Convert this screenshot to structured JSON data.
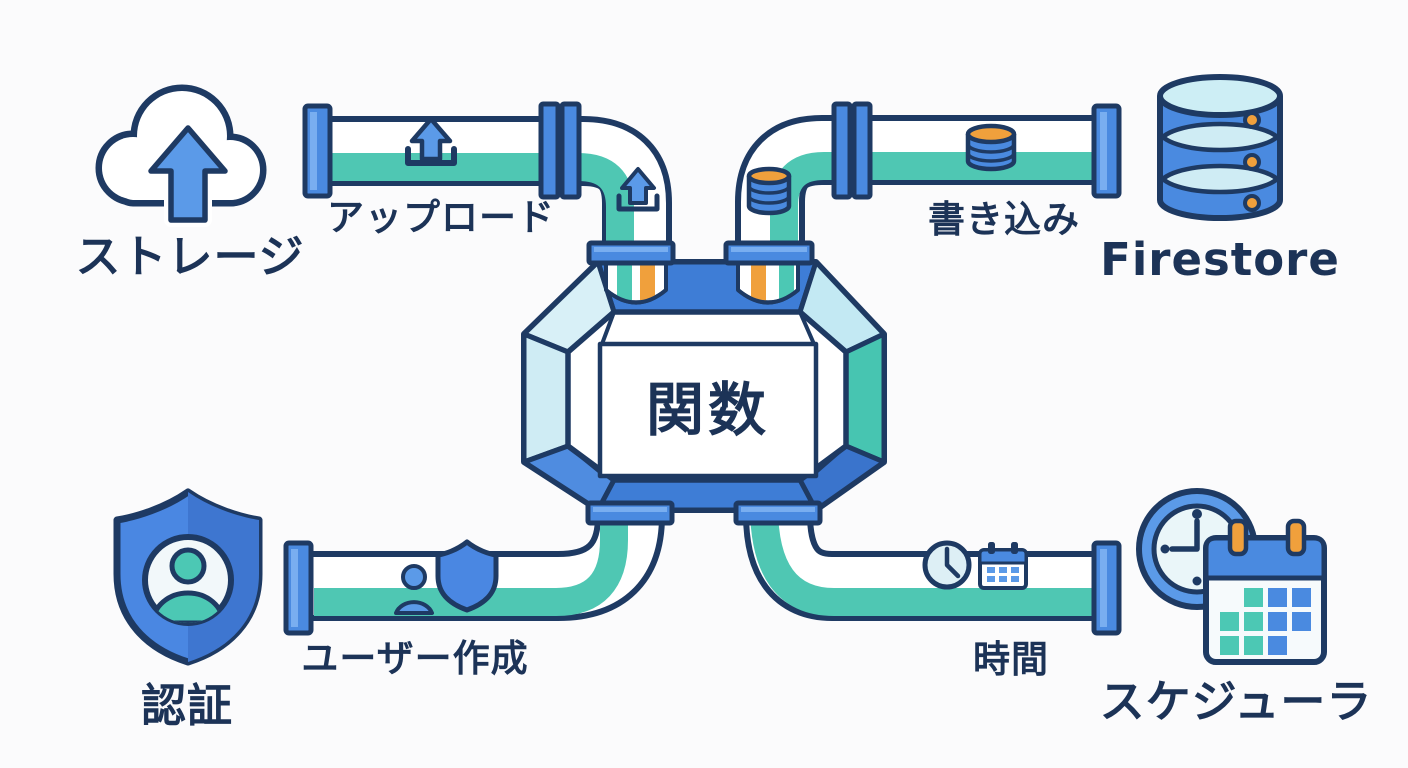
{
  "diagram": {
    "title_none": "",
    "colors": {
      "outline_navy": "#1e3a63",
      "text_navy": "#1c3357",
      "pipe_blue": "#4a8ae0",
      "pipe_blue_light": "#79aef0",
      "liquid_teal": "#4fc7b3",
      "machine_top_blue": "#3e7dd6",
      "machine_left_cyan": "#cfecf4",
      "machine_right_teal": "#47c5b1",
      "accent_orange": "#f0a03c",
      "background": "#fbfbfc"
    },
    "nodes": {
      "storage": {
        "label": "ストレージ",
        "icon": "cloud-upload-icon"
      },
      "firestore": {
        "label": "Firestore",
        "icon": "database-stack-icon"
      },
      "auth": {
        "label": "認証",
        "icon": "shield-user-icon"
      },
      "scheduler": {
        "label": "スケジューラ",
        "icon": "clock-calendar-icon"
      },
      "functions": {
        "label": "関数",
        "icon": "machine-box"
      }
    },
    "pipes": [
      {
        "id": "upload",
        "label": "アップロード",
        "from": "storage",
        "to": "functions"
      },
      {
        "id": "write",
        "label": "書き込み",
        "from": "functions",
        "to": "firestore"
      },
      {
        "id": "user-create",
        "label": "ユーザー作成",
        "from": "auth",
        "to": "functions"
      },
      {
        "id": "time",
        "label": "時間",
        "from": "scheduler",
        "to": "functions"
      }
    ]
  }
}
